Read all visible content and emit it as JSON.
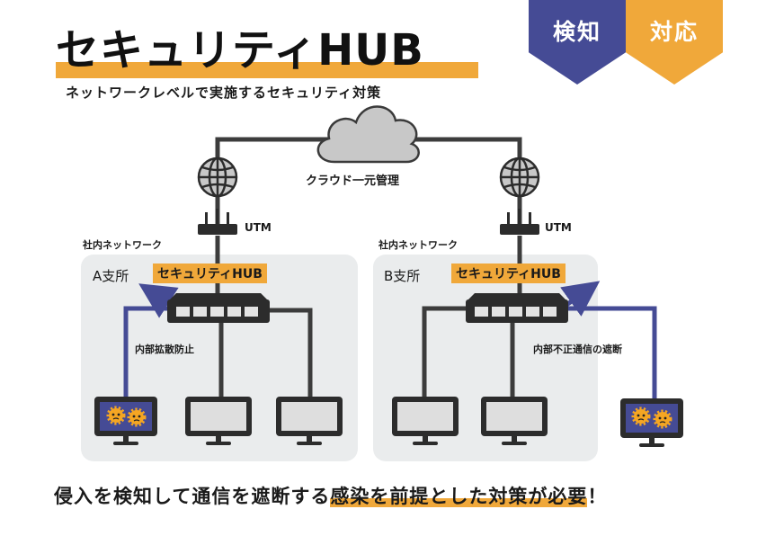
{
  "header": {
    "title": "セキュリティHUB",
    "subtitle": "ネットワークレベルで実施するセキュリティ対策"
  },
  "badges": {
    "detect": "検知",
    "respond": "対応"
  },
  "cloud": {
    "label": "クラウド一元管理"
  },
  "utm": {
    "left_label": "UTM",
    "right_label": "UTM"
  },
  "zones": {
    "a": {
      "network_label": "社内ネットワーク",
      "branch": "A支所",
      "hub_label": "セキュリティHUB",
      "note": "内部拡散防止"
    },
    "b": {
      "network_label": "社内ネットワーク",
      "branch": "B支所",
      "hub_label": "セキュリティHUB",
      "note": "内部不正通信の遮断"
    }
  },
  "footer": {
    "text_before": "侵入を検知して通信を遮断する",
    "text_highlight": "感染を前提とした対策が必要",
    "text_after": "！"
  },
  "colors": {
    "orange": "#f0a83a",
    "navy": "#454b95",
    "line": "#3c3c3c",
    "zone_bg": "#eaeced",
    "virus": "#f5a623"
  }
}
